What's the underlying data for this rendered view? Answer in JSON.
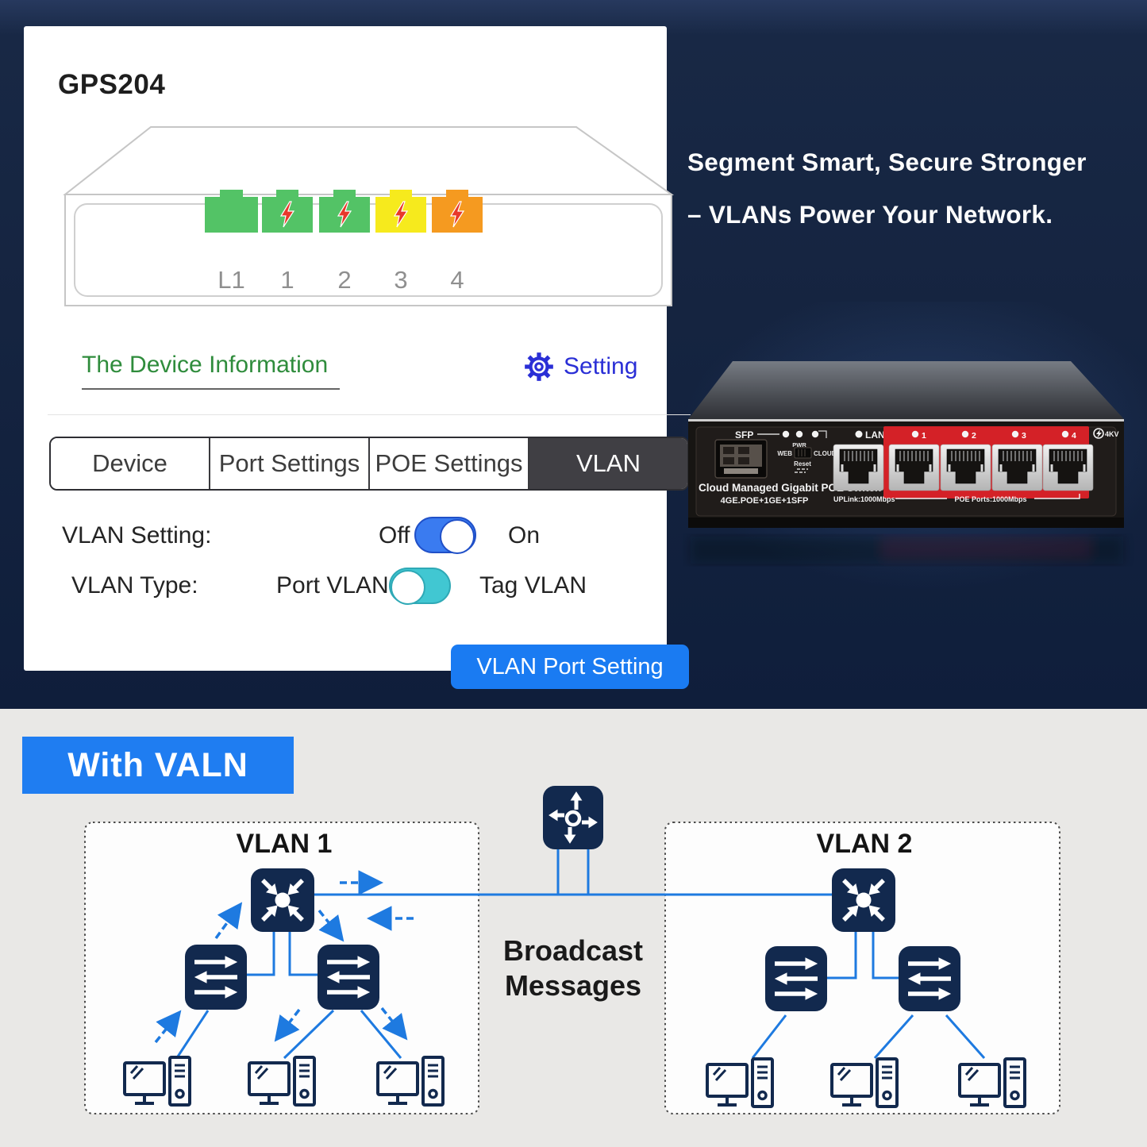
{
  "app_card": {
    "title": "GPS204",
    "ports": [
      {
        "label": "L1",
        "color": "#53c366",
        "lightning": false
      },
      {
        "label": "1",
        "color": "#53c366",
        "lightning": true
      },
      {
        "label": "2",
        "color": "#53c366",
        "lightning": true
      },
      {
        "label": "3",
        "color": "#f6ea1d",
        "lightning": true
      },
      {
        "label": "4",
        "color": "#f59a20",
        "lightning": true
      }
    ],
    "device_info_link": "The Device Information",
    "setting_label": "Setting",
    "tabs": [
      {
        "label": "Device",
        "active": false
      },
      {
        "label": "Port Settings",
        "active": false
      },
      {
        "label": "POE Settings",
        "active": false
      },
      {
        "label": "VLAN",
        "active": true
      }
    ],
    "vlan_setting_label": "VLAN Setting:",
    "off_label": "Off",
    "on_label": "On",
    "vlan_setting_state": "on",
    "vlan_type_label": "VLAN Type:",
    "port_vlan_label": "Port VLAN",
    "tag_vlan_label": "Tag VLAN",
    "vlan_type_state": "port-vlan",
    "vlan_port_button": "VLAN Port Setting"
  },
  "hero": {
    "headline_line1": "Segment Smart, Secure Stronger",
    "headline_line2": "– VLANs Power Your Network.",
    "switch_panel": {
      "sfp": "SFP",
      "pwr": "PWR",
      "web": "WEB",
      "cloud": "CLOUD",
      "reset": "Reset",
      "lan": "LAN",
      "port_leds": [
        "1",
        "2",
        "3",
        "4"
      ],
      "surge": "4KV",
      "title": "Cloud Managed Gigabit POE Switch",
      "subtitle": "4GE.POE+1GE+1SFP",
      "uplink": "UPLink:1000Mbps",
      "poe": "POE Ports:1000Mbps"
    }
  },
  "diagram": {
    "banner": "With VALN",
    "vlan1": "VLAN 1",
    "vlan2": "VLAN 2",
    "broadcast1": "Broadcast",
    "broadcast2": "Messages"
  },
  "colors": {
    "navy_background": "#15233f",
    "accent_blue": "#1f7df1",
    "toggle_blue": "#3a7bf0",
    "toggle_teal": "#41c7d2",
    "link_green": "#2f8c3c",
    "setting_blue": "#2a2fd6",
    "tab_active_bg": "#403f44",
    "port_green": "#53c366",
    "port_yellow": "#f6ea1d",
    "port_orange": "#f59a20",
    "bolt_red": "#e8392b",
    "switch_red": "#d42127",
    "diagram_line_blue": "#1e7ae0",
    "icon_navy": "#12294e",
    "light_background": "#e9e8e6"
  }
}
